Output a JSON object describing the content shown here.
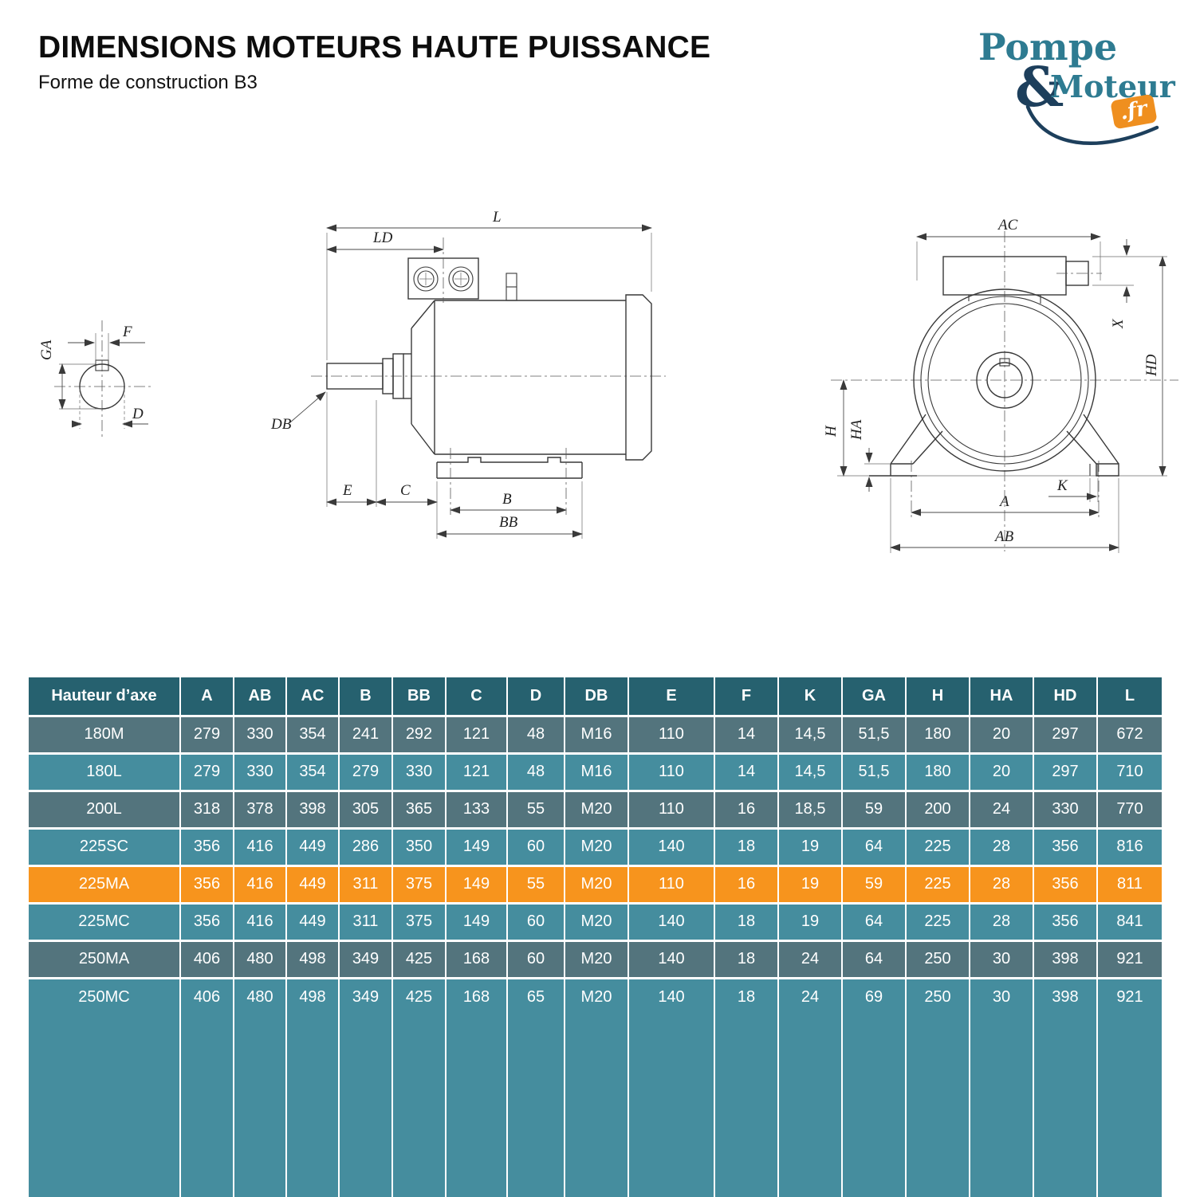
{
  "header": {
    "title": "DIMENSIONS MOTEURS HAUTE PUISSANCE",
    "subtitle": "Forme de construction B3"
  },
  "logo": {
    "word1": "Pompe",
    "amp": "&",
    "word2": "Moteur",
    "badge": ".fr",
    "teal": "#2e7b91",
    "navy": "#1d3f5c",
    "orange": "#ef8f1f"
  },
  "diagram": {
    "shaft_section": {
      "ga": "GA",
      "f": "F",
      "d": "D"
    },
    "side_view": {
      "l": "L",
      "ld": "LD",
      "db": "DB",
      "e": "E",
      "c": "C",
      "b": "B",
      "bb": "BB"
    },
    "end_view": {
      "ac": "AC",
      "x": "X",
      "hd": "HD",
      "h": "H",
      "ha": "HA",
      "k": "K",
      "a": "A",
      "ab": "AB"
    }
  },
  "table": {
    "columns": [
      "Hauteur d’axe",
      "A",
      "AB",
      "AC",
      "B",
      "BB",
      "C",
      "D",
      "DB",
      "E",
      "F",
      "K",
      "GA",
      "H",
      "HA",
      "HD",
      "L"
    ],
    "rows": [
      {
        "name": "180M",
        "highlight": false,
        "values": [
          "279",
          "330",
          "354",
          "241",
          "292",
          "121",
          "48",
          "M16",
          "110",
          "14",
          "14,5",
          "51,5",
          "180",
          "20",
          "297",
          "672"
        ]
      },
      {
        "name": "180L",
        "highlight": false,
        "values": [
          "279",
          "330",
          "354",
          "279",
          "330",
          "121",
          "48",
          "M16",
          "110",
          "14",
          "14,5",
          "51,5",
          "180",
          "20",
          "297",
          "710"
        ]
      },
      {
        "name": "200L",
        "highlight": false,
        "values": [
          "318",
          "378",
          "398",
          "305",
          "365",
          "133",
          "55",
          "M20",
          "110",
          "16",
          "18,5",
          "59",
          "200",
          "24",
          "330",
          "770"
        ]
      },
      {
        "name": "225SC",
        "highlight": false,
        "values": [
          "356",
          "416",
          "449",
          "286",
          "350",
          "149",
          "60",
          "M20",
          "140",
          "18",
          "19",
          "64",
          "225",
          "28",
          "356",
          "816"
        ]
      },
      {
        "name": "225MA",
        "highlight": true,
        "values": [
          "356",
          "416",
          "449",
          "311",
          "375",
          "149",
          "55",
          "M20",
          "110",
          "16",
          "19",
          "59",
          "225",
          "28",
          "356",
          "811"
        ]
      },
      {
        "name": "225MC",
        "highlight": false,
        "values": [
          "356",
          "416",
          "449",
          "311",
          "375",
          "149",
          "60",
          "M20",
          "140",
          "18",
          "19",
          "64",
          "225",
          "28",
          "356",
          "841"
        ]
      },
      {
        "name": "250MA",
        "highlight": false,
        "values": [
          "406",
          "480",
          "498",
          "349",
          "425",
          "168",
          "60",
          "M20",
          "140",
          "18",
          "24",
          "64",
          "250",
          "30",
          "398",
          "921"
        ]
      },
      {
        "name": "250MC",
        "highlight": false,
        "values": [
          "406",
          "480",
          "498",
          "349",
          "425",
          "168",
          "65",
          "M20",
          "140",
          "18",
          "24",
          "69",
          "250",
          "30",
          "398",
          "921"
        ]
      }
    ],
    "colors": {
      "header_bg": "#26616f",
      "row_dark": "#53747d",
      "row_light": "#458d9e",
      "highlight": "#f7941d",
      "text": "#ffffff"
    }
  }
}
